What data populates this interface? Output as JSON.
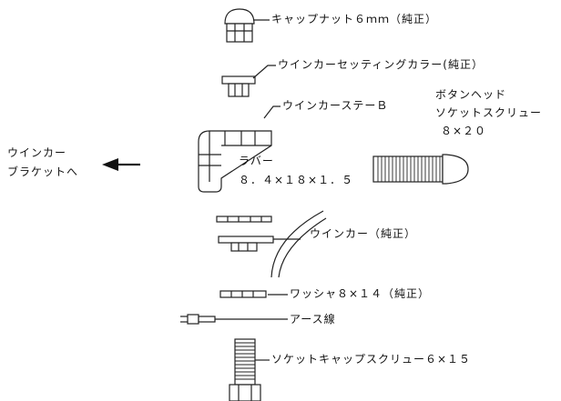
{
  "labels": {
    "cap_nut": "キャップナット６ｍｍ（純正）",
    "setting_collar": "ウインカーセッティングカラー(純正）",
    "stay": "ウインカーステーＢ",
    "button_head_1": "ボタンヘッド",
    "button_head_2": "ソケットスクリュー",
    "button_head_3": "８×２０",
    "rubber_1": "ラバー",
    "rubber_2": "８．４×１８×１．５",
    "winker": "ウインカー（純正）",
    "washer": "ワッシャ８×１４（純正）",
    "earth_wire": "アース線",
    "socket_cap_screw": "ソケットキャップスクリュー６×１５",
    "bracket_1": "ウインカー",
    "bracket_2": "ブラケットへ"
  }
}
